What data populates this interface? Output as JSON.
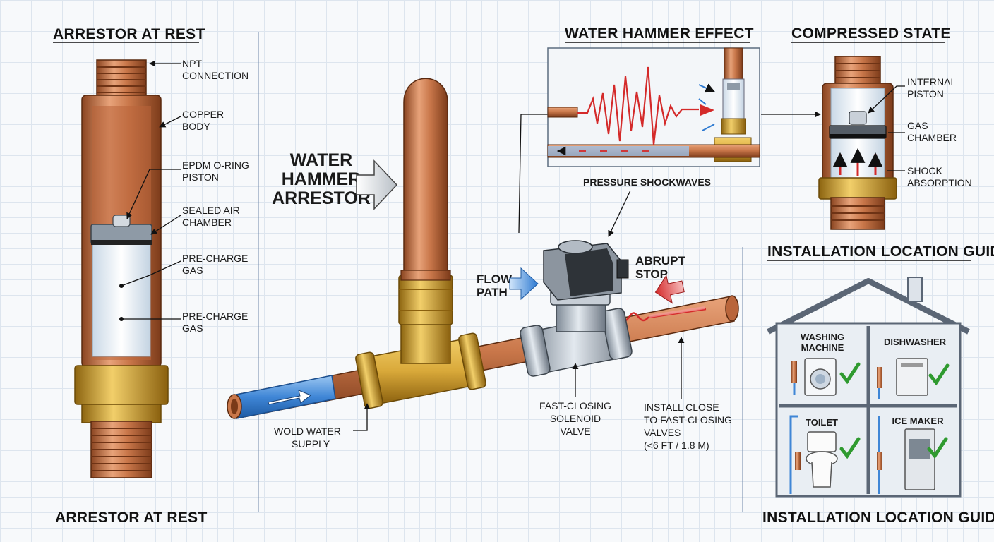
{
  "titles": {
    "left_top": "ARRESTOR AT REST",
    "left_bottom": "ARRESTOR AT REST",
    "effect": "WATER HAMMER EFFECT",
    "compressed": "COMPRESSED STATE",
    "guide_top": "INSTALLATION LOCATION GUIDE",
    "guide_bottom": "INSTALLATION LOCATION GUIDE"
  },
  "left_labels": [
    [
      "NPT",
      "CONNECTION"
    ],
    [
      "COPPER",
      "BODY"
    ],
    [
      "EPDM O-RING",
      "PISTON"
    ],
    [
      "SEALED AIR",
      "CHAMBER"
    ],
    [
      "PRE-CHARGE",
      "GAS"
    ],
    [
      "PRE-CHARGE",
      "GAS"
    ]
  ],
  "center": {
    "big_label": [
      "WATER",
      "HAMMER",
      "ARRESTOR"
    ],
    "flow_path": [
      "FLOW",
      "PATH"
    ],
    "abrupt_stop": [
      "ABRUPT",
      "STOP"
    ],
    "pressure": "PRESSURE SHOCKWAVES",
    "supply": [
      "WOLD WATER",
      "SUPPLY"
    ],
    "valve": [
      "FAST-CLOSING",
      "SOLENOID",
      "VALVE"
    ],
    "install": [
      "INSTALL CLOSE",
      "TO FAST-CLOSING",
      "VALVES",
      "(<6 FT / 1.8 M)"
    ]
  },
  "compressed_labels": [
    [
      "INTERNAL",
      "PISTON"
    ],
    [
      "GAS",
      "CHAMBER"
    ],
    [
      "SHOCK",
      "ABSORPTION"
    ]
  ],
  "rooms": [
    [
      "WASHING",
      "MACHINE"
    ],
    [
      "DISHWASHER"
    ],
    [
      "TOILET"
    ],
    [
      "ICE MAKER"
    ]
  ],
  "colors": {
    "copper": "#c9774a",
    "brass": "#d9a93a",
    "water_blue": "#3f86d6",
    "shock_red": "#d42a2a",
    "check_green": "#2f9a2f"
  }
}
